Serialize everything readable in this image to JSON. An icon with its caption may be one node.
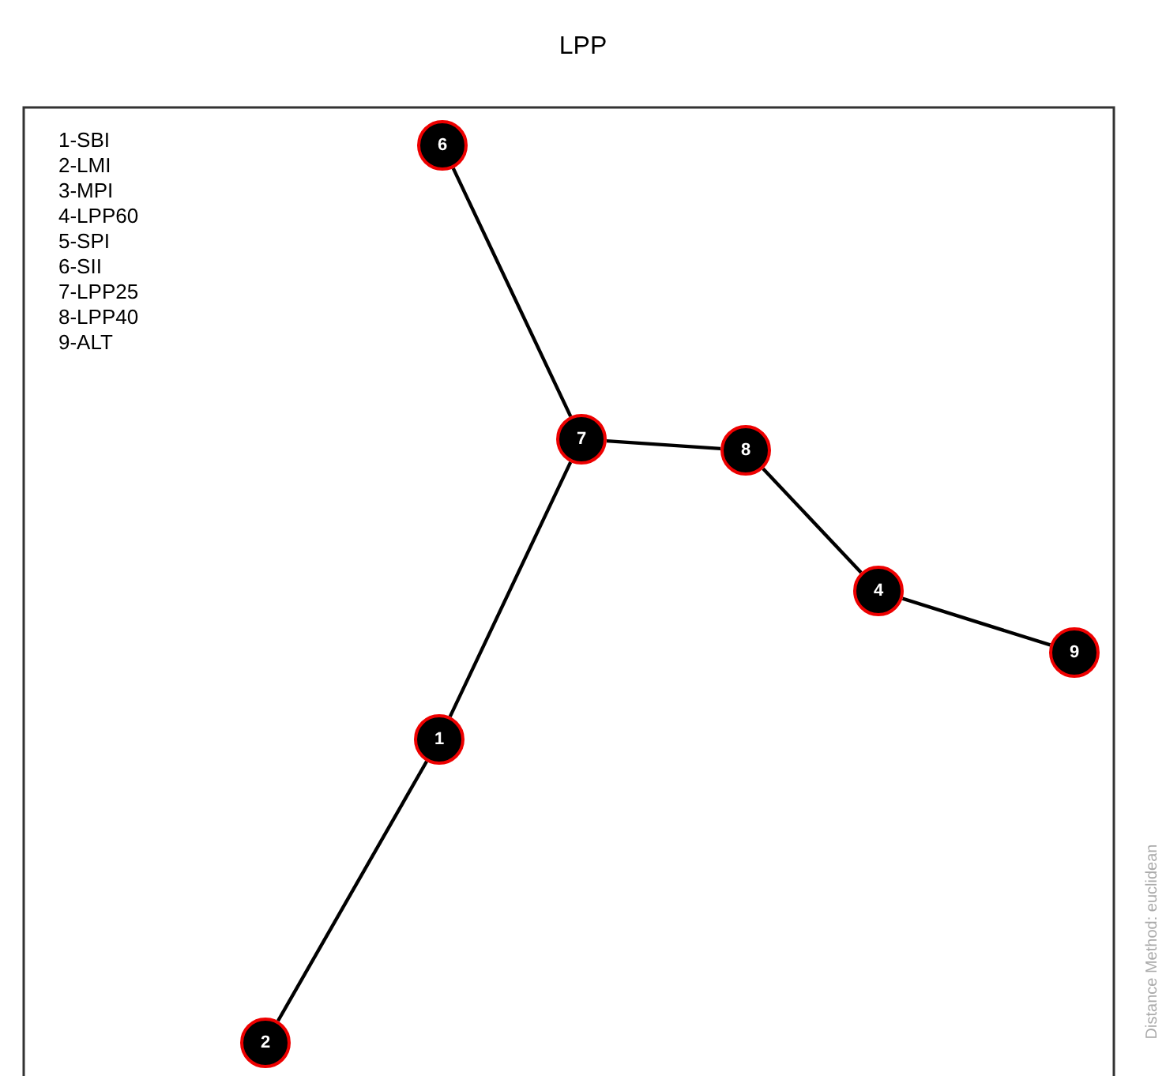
{
  "diagram": {
    "title": "LPP",
    "nodes": [
      {
        "text": [
          "6"
        ]
      },
      {
        "text": [
          "7"
        ]
      },
      {
        "text": [
          "8"
        ]
      },
      {
        "text": [
          "4"
        ]
      },
      {
        "text": [
          "9"
        ]
      },
      {
        "text": [
          "1"
        ]
      },
      {
        "text": [
          "2"
        ]
      }
    ],
    "edges": [
      {
        "from": 0,
        "to": 1,
        "arrow": "none"
      },
      {
        "from": 1,
        "to": 2,
        "arrow": "none"
      },
      {
        "from": 2,
        "to": 3,
        "arrow": "none"
      },
      {
        "from": 3,
        "to": 4,
        "arrow": "none"
      },
      {
        "from": 1,
        "to": 5,
        "arrow": "none"
      },
      {
        "from": 5,
        "to": 6,
        "arrow": "none"
      }
    ],
    "labels": [
      "1-SBI",
      "2-LMI",
      "3-MPI",
      "4-LPP60",
      "5-SPI",
      "6-SII",
      "7-LPP25",
      "8-LPP40",
      "9-ALT",
      "Distance Method: euclidean"
    ]
  }
}
